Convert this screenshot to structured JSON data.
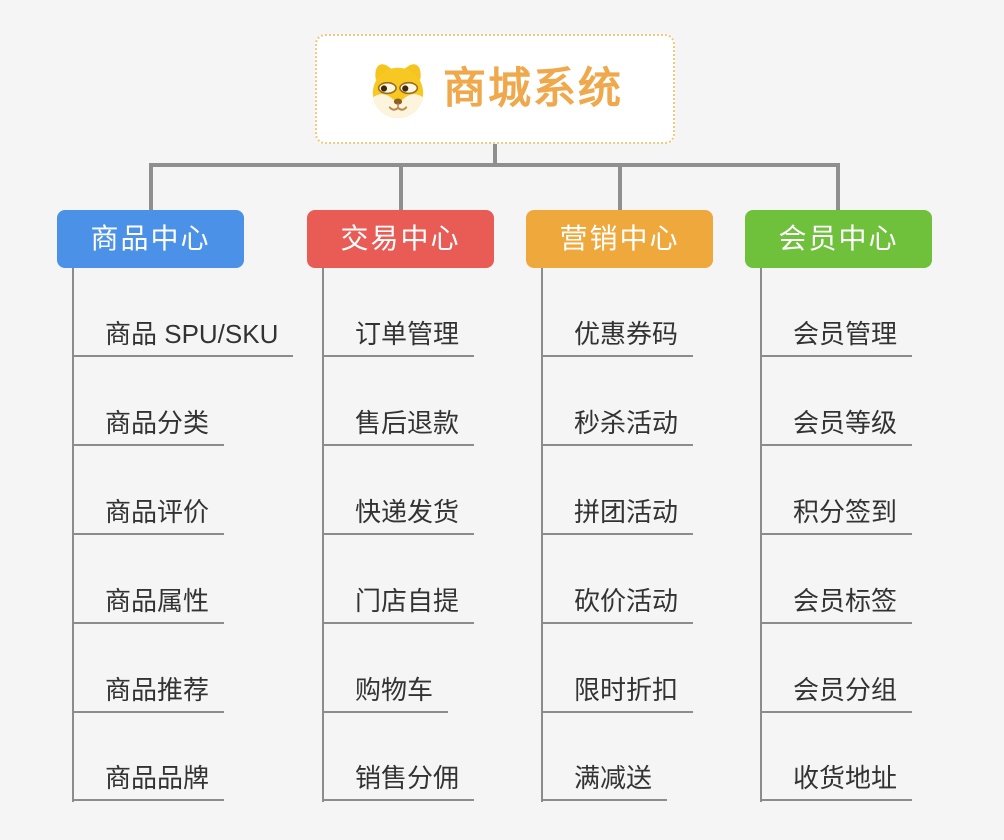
{
  "root": {
    "title": "商城系统",
    "icon": "dog-face",
    "title_color": "#EFA94C",
    "border_color": "#F2C87C"
  },
  "branches": [
    {
      "label": "商品中心",
      "color": "#4B91E8",
      "items": [
        "商品 SPU/SKU",
        "商品分类",
        "商品评价",
        "商品属性",
        "商品推荐",
        "商品品牌"
      ]
    },
    {
      "label": "交易中心",
      "color": "#E95C55",
      "items": [
        "订单管理",
        "售后退款",
        "快递发货",
        "门店自提",
        "购物车",
        "销售分佣"
      ]
    },
    {
      "label": "营销中心",
      "color": "#EFA83C",
      "items": [
        "优惠券码",
        "秒杀活动",
        "拼团活动",
        "砍价活动",
        "限时折扣",
        "满减送"
      ]
    },
    {
      "label": "会员中心",
      "color": "#6FC13C",
      "items": [
        "会员管理",
        "会员等级",
        "积分签到",
        "会员标签",
        "会员分组",
        "收货地址"
      ]
    }
  ],
  "style": {
    "background": "#F5F5F5",
    "connector_color": "#8F8F8F",
    "branch_line_color": "#8C8C8C",
    "leaf_text_color": "#333333"
  }
}
